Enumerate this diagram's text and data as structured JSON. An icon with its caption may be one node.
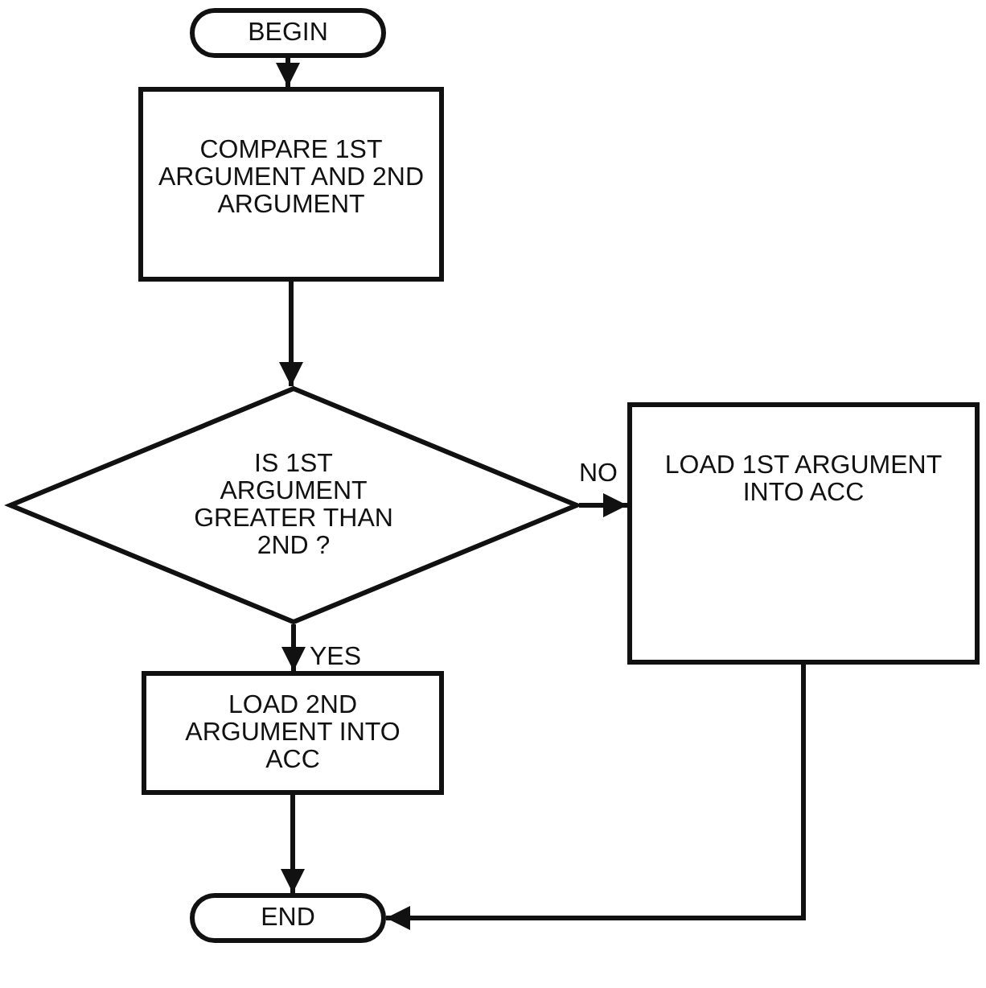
{
  "diagram": {
    "nodes": [
      {
        "text": [
          "BEGIN"
        ]
      },
      {
        "text": [
          "COMPARE 1ST ARGUMENT AND 2ND ARGUMENT"
        ]
      },
      {
        "text": [
          "IS 1ST ARGUMENT GREATER THAN 2ND ?"
        ]
      },
      {
        "text": [
          "LOAD 1ST ARGUMENT INTO ACC"
        ]
      },
      {
        "text": [
          "LOAD 2ND ARGUMENT INTO ACC"
        ]
      },
      {
        "text": [
          "END"
        ]
      }
    ],
    "edges": [
      {
        "from": 0,
        "to": 1,
        "arrow": "to"
      },
      {
        "from": 1,
        "to": 2,
        "arrow": "to"
      },
      {
        "from": 2,
        "to": 3,
        "arrow": "to",
        "label": "NO"
      },
      {
        "from": 2,
        "to": 4,
        "arrow": "to",
        "label": "YES"
      },
      {
        "from": 4,
        "to": 5,
        "arrow": "to"
      },
      {
        "from": 3,
        "to": 5,
        "arrow": "to"
      }
    ]
  }
}
